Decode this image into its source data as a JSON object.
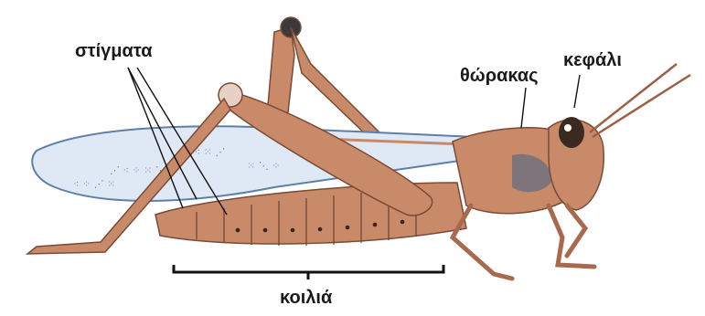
{
  "labels": {
    "spiracles": "στίγματα",
    "thorax": "θώρακας",
    "head": "κεφάλι",
    "abdomen": "κοιλιά"
  },
  "colors": {
    "body": "#c98a6a",
    "body_dark": "#9c5f45",
    "wing": "#dfe9f5",
    "wing_edge": "#5d7fa8",
    "line": "#111111"
  }
}
